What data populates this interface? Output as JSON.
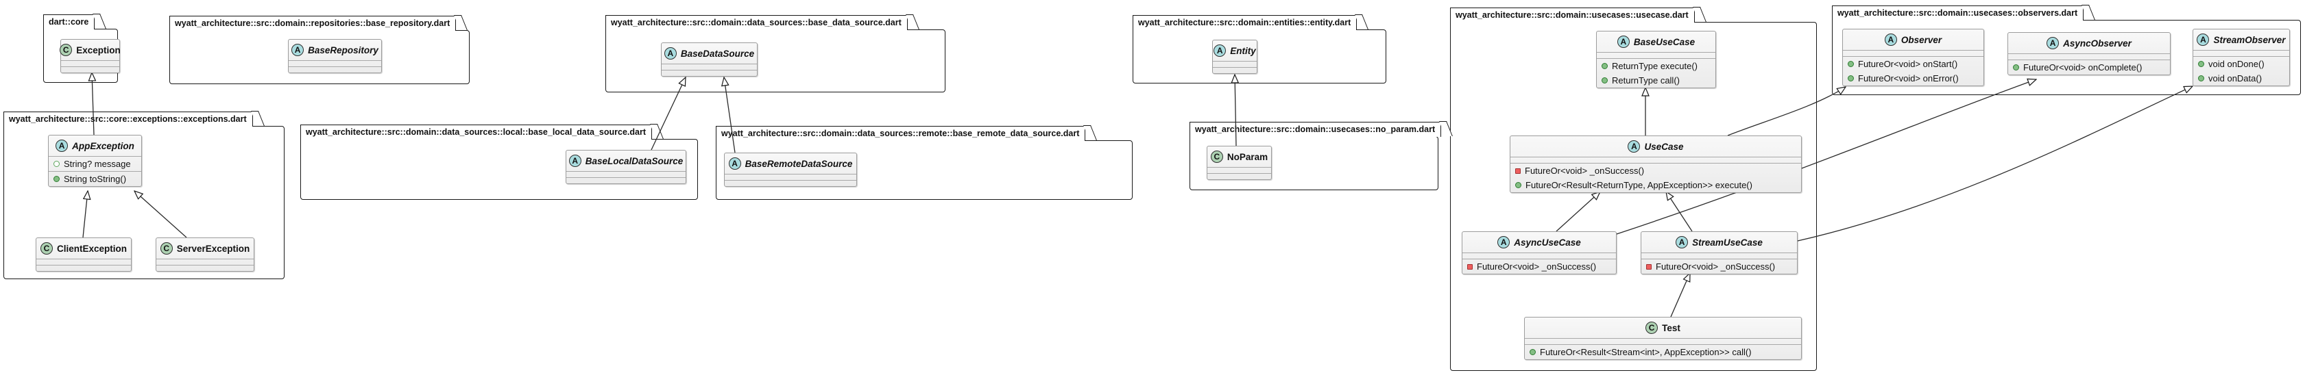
{
  "diagram_type": "uml-class-diagram",
  "colors": {
    "package_border": "#181818",
    "class_background": "#F1F1F1",
    "class_border": "#9C9C9C",
    "abstract_icon_bg": "#A9DCDF",
    "class_icon_bg": "#ADD1B2",
    "public_member": "#84BE84",
    "private_member": "#EE5F5F",
    "edge": "#2B2B2B"
  },
  "packages": {
    "dart_core": {
      "label": "dart::core"
    },
    "base_repository": {
      "label": "wyatt_architecture::src::domain::repositories::base_repository.dart"
    },
    "base_data_source": {
      "label": "wyatt_architecture::src::domain::data_sources::base_data_source.dart"
    },
    "entity": {
      "label": "wyatt_architecture::src::domain::entities::entity.dart"
    },
    "usecase": {
      "label": "wyatt_architecture::src::domain::usecases::usecase.dart"
    },
    "observers": {
      "label": "wyatt_architecture::src::domain::usecases::observers.dart"
    },
    "exceptions": {
      "label": "wyatt_architecture::src::core::exceptions::exceptions.dart"
    },
    "local": {
      "label": "wyatt_architecture::src::domain::data_sources::local::base_local_data_source.dart"
    },
    "remote": {
      "label": "wyatt_architecture::src::domain::data_sources::remote::base_remote_data_source.dart"
    },
    "no_param": {
      "label": "wyatt_architecture::src::domain::usecases::no_param.dart"
    }
  },
  "classes": {
    "exception": {
      "stereotype": "C",
      "name": "Exception",
      "members": []
    },
    "base_repository": {
      "stereotype": "A",
      "name": "BaseRepository",
      "members": []
    },
    "base_data_source": {
      "stereotype": "A",
      "name": "BaseDataSource",
      "members": []
    },
    "entity": {
      "stereotype": "A",
      "name": "Entity",
      "members": []
    },
    "app_exception": {
      "stereotype": "A",
      "name": "AppException",
      "members": [
        {
          "vis": "field",
          "text": "String? message"
        },
        {
          "vis": "public",
          "text": "String toString()"
        }
      ]
    },
    "client_exception": {
      "stereotype": "C",
      "name": "ClientException",
      "members": []
    },
    "server_exception": {
      "stereotype": "C",
      "name": "ServerException",
      "members": []
    },
    "base_local": {
      "stereotype": "A",
      "name": "BaseLocalDataSource",
      "members": []
    },
    "base_remote": {
      "stereotype": "A",
      "name": "BaseRemoteDataSource",
      "members": []
    },
    "no_param": {
      "stereotype": "C",
      "name": "NoParam",
      "members": []
    },
    "base_usecase": {
      "stereotype": "A",
      "name": "BaseUseCase",
      "members": [
        {
          "vis": "public",
          "text": "ReturnType execute()"
        },
        {
          "vis": "public",
          "text": "ReturnType call()"
        }
      ]
    },
    "usecase": {
      "stereotype": "A",
      "name": "UseCase",
      "members": [
        {
          "vis": "private",
          "text": "FutureOr<void> _onSuccess()"
        },
        {
          "vis": "public",
          "text": "FutureOr<Result<ReturnType, AppException>> execute()"
        }
      ]
    },
    "async_usecase": {
      "stereotype": "A",
      "name": "AsyncUseCase",
      "members": [
        {
          "vis": "private",
          "text": "FutureOr<void> _onSuccess()"
        }
      ]
    },
    "stream_usecase": {
      "stereotype": "A",
      "name": "StreamUseCase",
      "members": [
        {
          "vis": "private",
          "text": "FutureOr<void> _onSuccess()"
        }
      ]
    },
    "test": {
      "stereotype": "C",
      "name": "Test",
      "members": [
        {
          "vis": "public",
          "text": "FutureOr<Result<Stream<int>, AppException>> call()"
        }
      ]
    },
    "observer": {
      "stereotype": "A",
      "name": "Observer",
      "members": [
        {
          "vis": "public",
          "text": "FutureOr<void> onStart()"
        },
        {
          "vis": "public",
          "text": "FutureOr<void> onError()"
        }
      ]
    },
    "async_observer": {
      "stereotype": "A",
      "name": "AsyncObserver",
      "members": [
        {
          "vis": "public",
          "text": "FutureOr<void> onComplete()"
        }
      ]
    },
    "stream_observer": {
      "stereotype": "A",
      "name": "StreamObserver",
      "members": [
        {
          "vis": "public",
          "text": "void onDone()"
        },
        {
          "vis": "public",
          "text": "void onData()"
        }
      ]
    }
  },
  "relations": [
    {
      "from": "AppException",
      "to": "Exception",
      "type": "extends"
    },
    {
      "from": "ClientException",
      "to": "AppException",
      "type": "extends"
    },
    {
      "from": "ServerException",
      "to": "AppException",
      "type": "extends"
    },
    {
      "from": "BaseLocalDataSource",
      "to": "BaseDataSource",
      "type": "extends"
    },
    {
      "from": "BaseRemoteDataSource",
      "to": "BaseDataSource",
      "type": "extends"
    },
    {
      "from": "NoParam",
      "to": "Entity",
      "type": "extends"
    },
    {
      "from": "UseCase",
      "to": "BaseUseCase",
      "type": "extends"
    },
    {
      "from": "AsyncUseCase",
      "to": "UseCase",
      "type": "extends"
    },
    {
      "from": "StreamUseCase",
      "to": "UseCase",
      "type": "extends"
    },
    {
      "from": "Test",
      "to": "StreamUseCase",
      "type": "extends"
    },
    {
      "from": "UseCase",
      "to": "Observer",
      "type": "extends"
    },
    {
      "from": "AsyncUseCase",
      "to": "AsyncObserver",
      "type": "extends"
    },
    {
      "from": "StreamUseCase",
      "to": "StreamObserver",
      "type": "extends"
    }
  ]
}
